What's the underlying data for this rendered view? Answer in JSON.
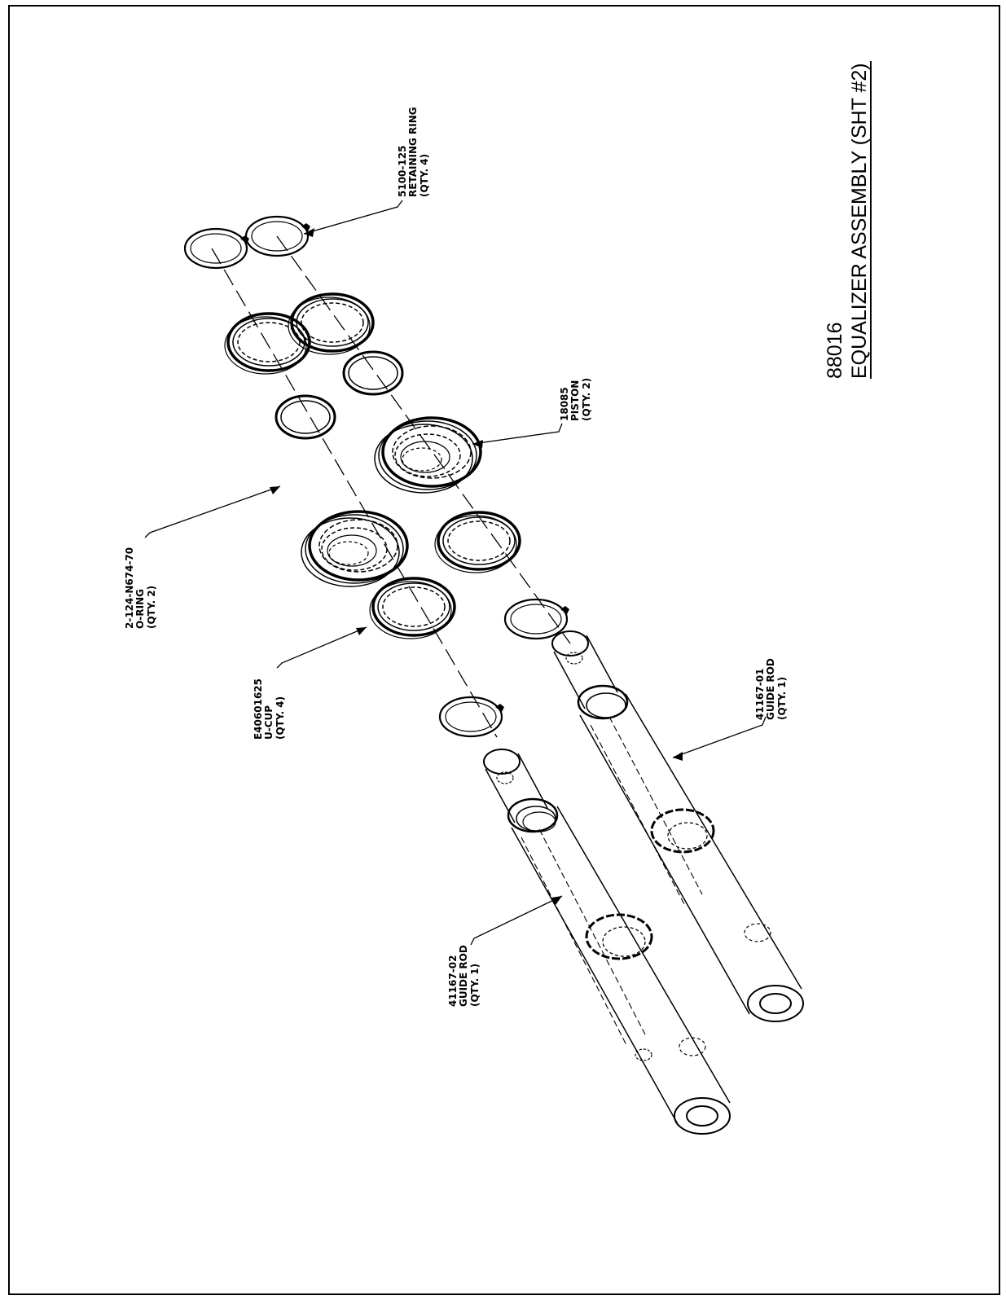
{
  "title": {
    "number": "88016",
    "name": "EQUALIZER ASSEMBLY (SHT #2)"
  },
  "callouts": [
    {
      "id": "retaining-ring",
      "part": "5100-125",
      "desc": "RETAINING RING",
      "qty": "(QTY. 4)"
    },
    {
      "id": "piston",
      "part": "18085",
      "desc": "PISTON",
      "qty": "(QTY. 2)"
    },
    {
      "id": "o-ring",
      "part": "2-124-N674-70",
      "desc": "O-RING",
      "qty": "(QTY. 2)"
    },
    {
      "id": "u-cup",
      "part": "E40601625",
      "desc": "U-CUP",
      "qty": "(QTY. 4)"
    },
    {
      "id": "guide-rod-01",
      "part": "41167-01",
      "desc": "GUIDE ROD",
      "qty": "(QTY. 1)"
    },
    {
      "id": "guide-rod-02",
      "part": "41167-02",
      "desc": "GUIDE ROD",
      "qty": "(QTY. 1)"
    }
  ]
}
